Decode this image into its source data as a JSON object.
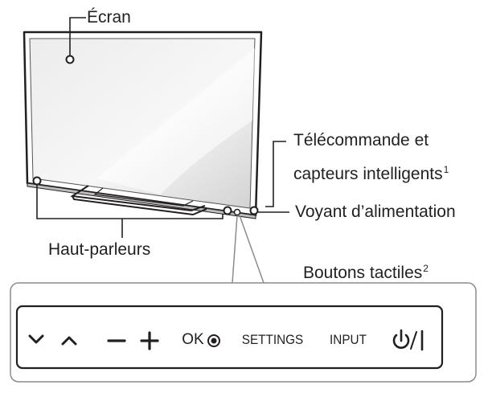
{
  "labels": {
    "ecran": "Écran",
    "remote_line1": "Télécommande et",
    "remote_line2": "capteurs intelligents",
    "remote_sup": "1",
    "power_led": "Voyant d’alimentation",
    "speakers": "Haut-parleurs",
    "touch_buttons": "Boutons tactiles",
    "touch_sup": "2"
  },
  "buttons": {
    "ok": "OK",
    "settings": "SETTINGS",
    "input": "INPUT"
  },
  "icons": [
    "chevron-down-icon",
    "chevron-up-icon",
    "minus-icon",
    "plus-icon",
    "ok-dot-icon",
    "power-icon"
  ],
  "colors": {
    "line": "#231f20",
    "callout_line": "#8c8c8c",
    "screen_light": "#f4f4f4",
    "screen_dark": "#d6d6d6"
  }
}
